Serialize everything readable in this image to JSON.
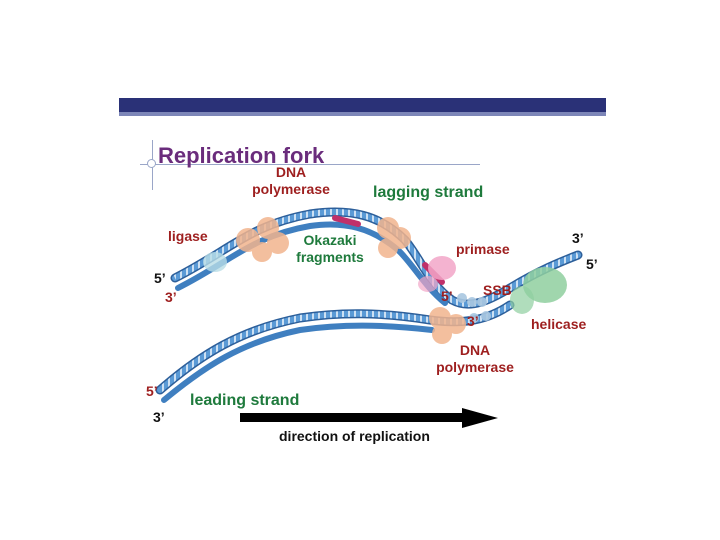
{
  "title": "Replication fork",
  "labels": {
    "dna_polymerase_top_line1": "DNA",
    "dna_polymerase_top_line2": "polymerase",
    "lagging_strand": "lagging strand",
    "ligase": "ligase",
    "okazaki_line1": "Okazaki",
    "okazaki_line2": "fragments",
    "primase": "primase",
    "ssb": "SSB",
    "helicase": "helicase",
    "dna_polymerase_bottom_line1": "DNA",
    "dna_polymerase_bottom_line2": "polymerase",
    "leading_strand": "leading strand",
    "direction": "direction of replication",
    "end_5_left_top": "5’",
    "end_3_left_top": "3’",
    "end_3_right_top": "3’",
    "end_5_right_top": "5’",
    "end_5_fork": "5’",
    "end_3_fork": "3’",
    "end_5_left_bottom": "5’",
    "end_3_left_bottom": "3’"
  },
  "colors": {
    "title": "#6a2c7c",
    "label_red": "#9e1f1f",
    "label_green": "#1e7a3c",
    "strand": "#3f7fc0",
    "primer": "#c0306a",
    "polymerase": "#f2b48e",
    "helicase": "#8fcf9f",
    "primase": "#f2a6c8",
    "ssb": "#a9c7e0"
  }
}
